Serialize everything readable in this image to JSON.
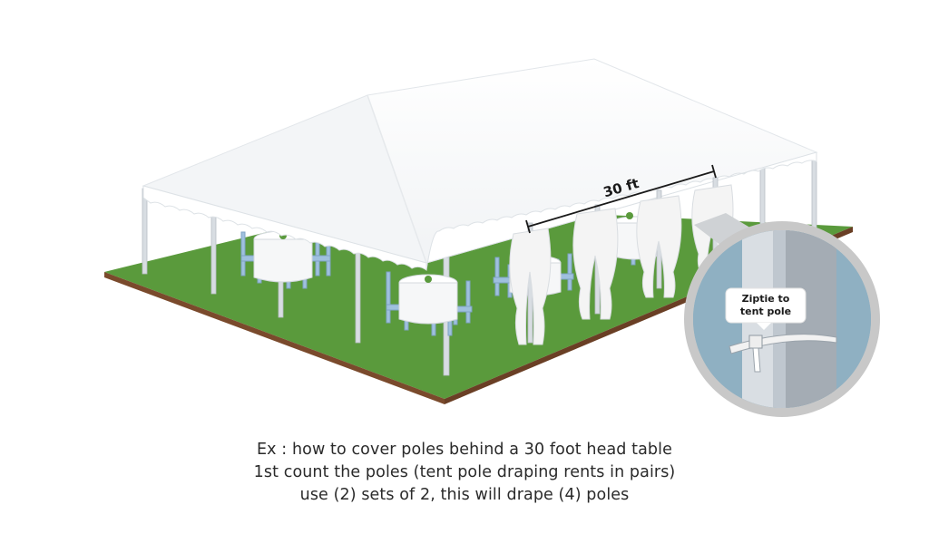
{
  "dimension_label": "30 ft",
  "callout": {
    "line1": "Ziptie to",
    "line2": "tent pole"
  },
  "caption": {
    "line1": "Ex : how to cover poles behind a 30 foot head table",
    "line2": "1st count the poles (tent pole draping rents in pairs)",
    "line3": "use (2) sets of 2, this will drape (4) poles"
  },
  "colors": {
    "grass": "#5a9a3c",
    "ground_edge": "#7a4a2c",
    "tent_roof": "#ffffff",
    "pole": "#d8dde2",
    "drape": "#f4f4f4",
    "chair": "#9fc0de",
    "callout_ring": "#c8c8c8",
    "callout_bg": "#8fb0c2"
  },
  "icons": [
    "tent-illustration",
    "zoom-callout-icon"
  ]
}
